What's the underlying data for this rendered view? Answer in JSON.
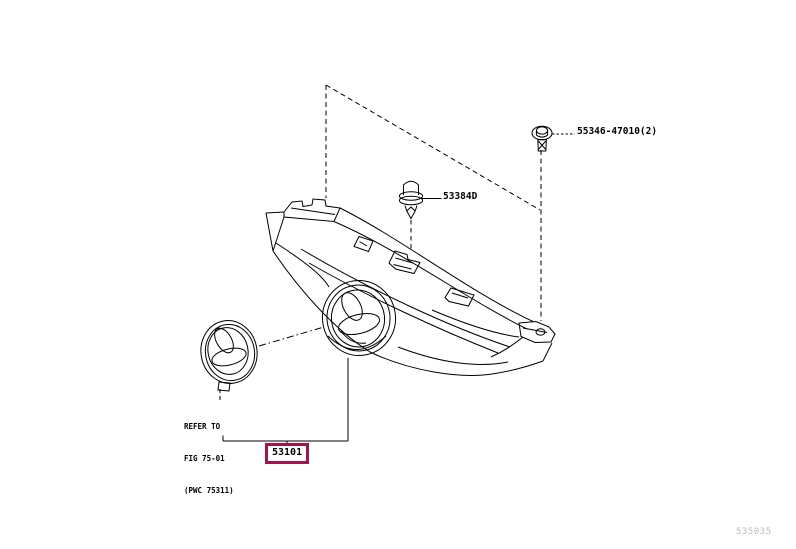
{
  "figure": {
    "footer_code": "535035",
    "colors": {
      "line": "#000000",
      "highlight_box_border": "#a0164a",
      "footer_text": "#bdbdbd"
    }
  },
  "callouts": {
    "screw": {
      "part_number": "55346-47010(2)"
    },
    "clip": {
      "part_number": "53384D"
    },
    "grille": {
      "part_number": "53101"
    },
    "emblem_note": {
      "lines": [
        "REFER TO",
        "FIG 75-01",
        "(PWC 75311)"
      ]
    }
  },
  "icons": {
    "screw": "flange-bolt",
    "clip": "push-clip",
    "emblem": "toyota-emblem"
  }
}
